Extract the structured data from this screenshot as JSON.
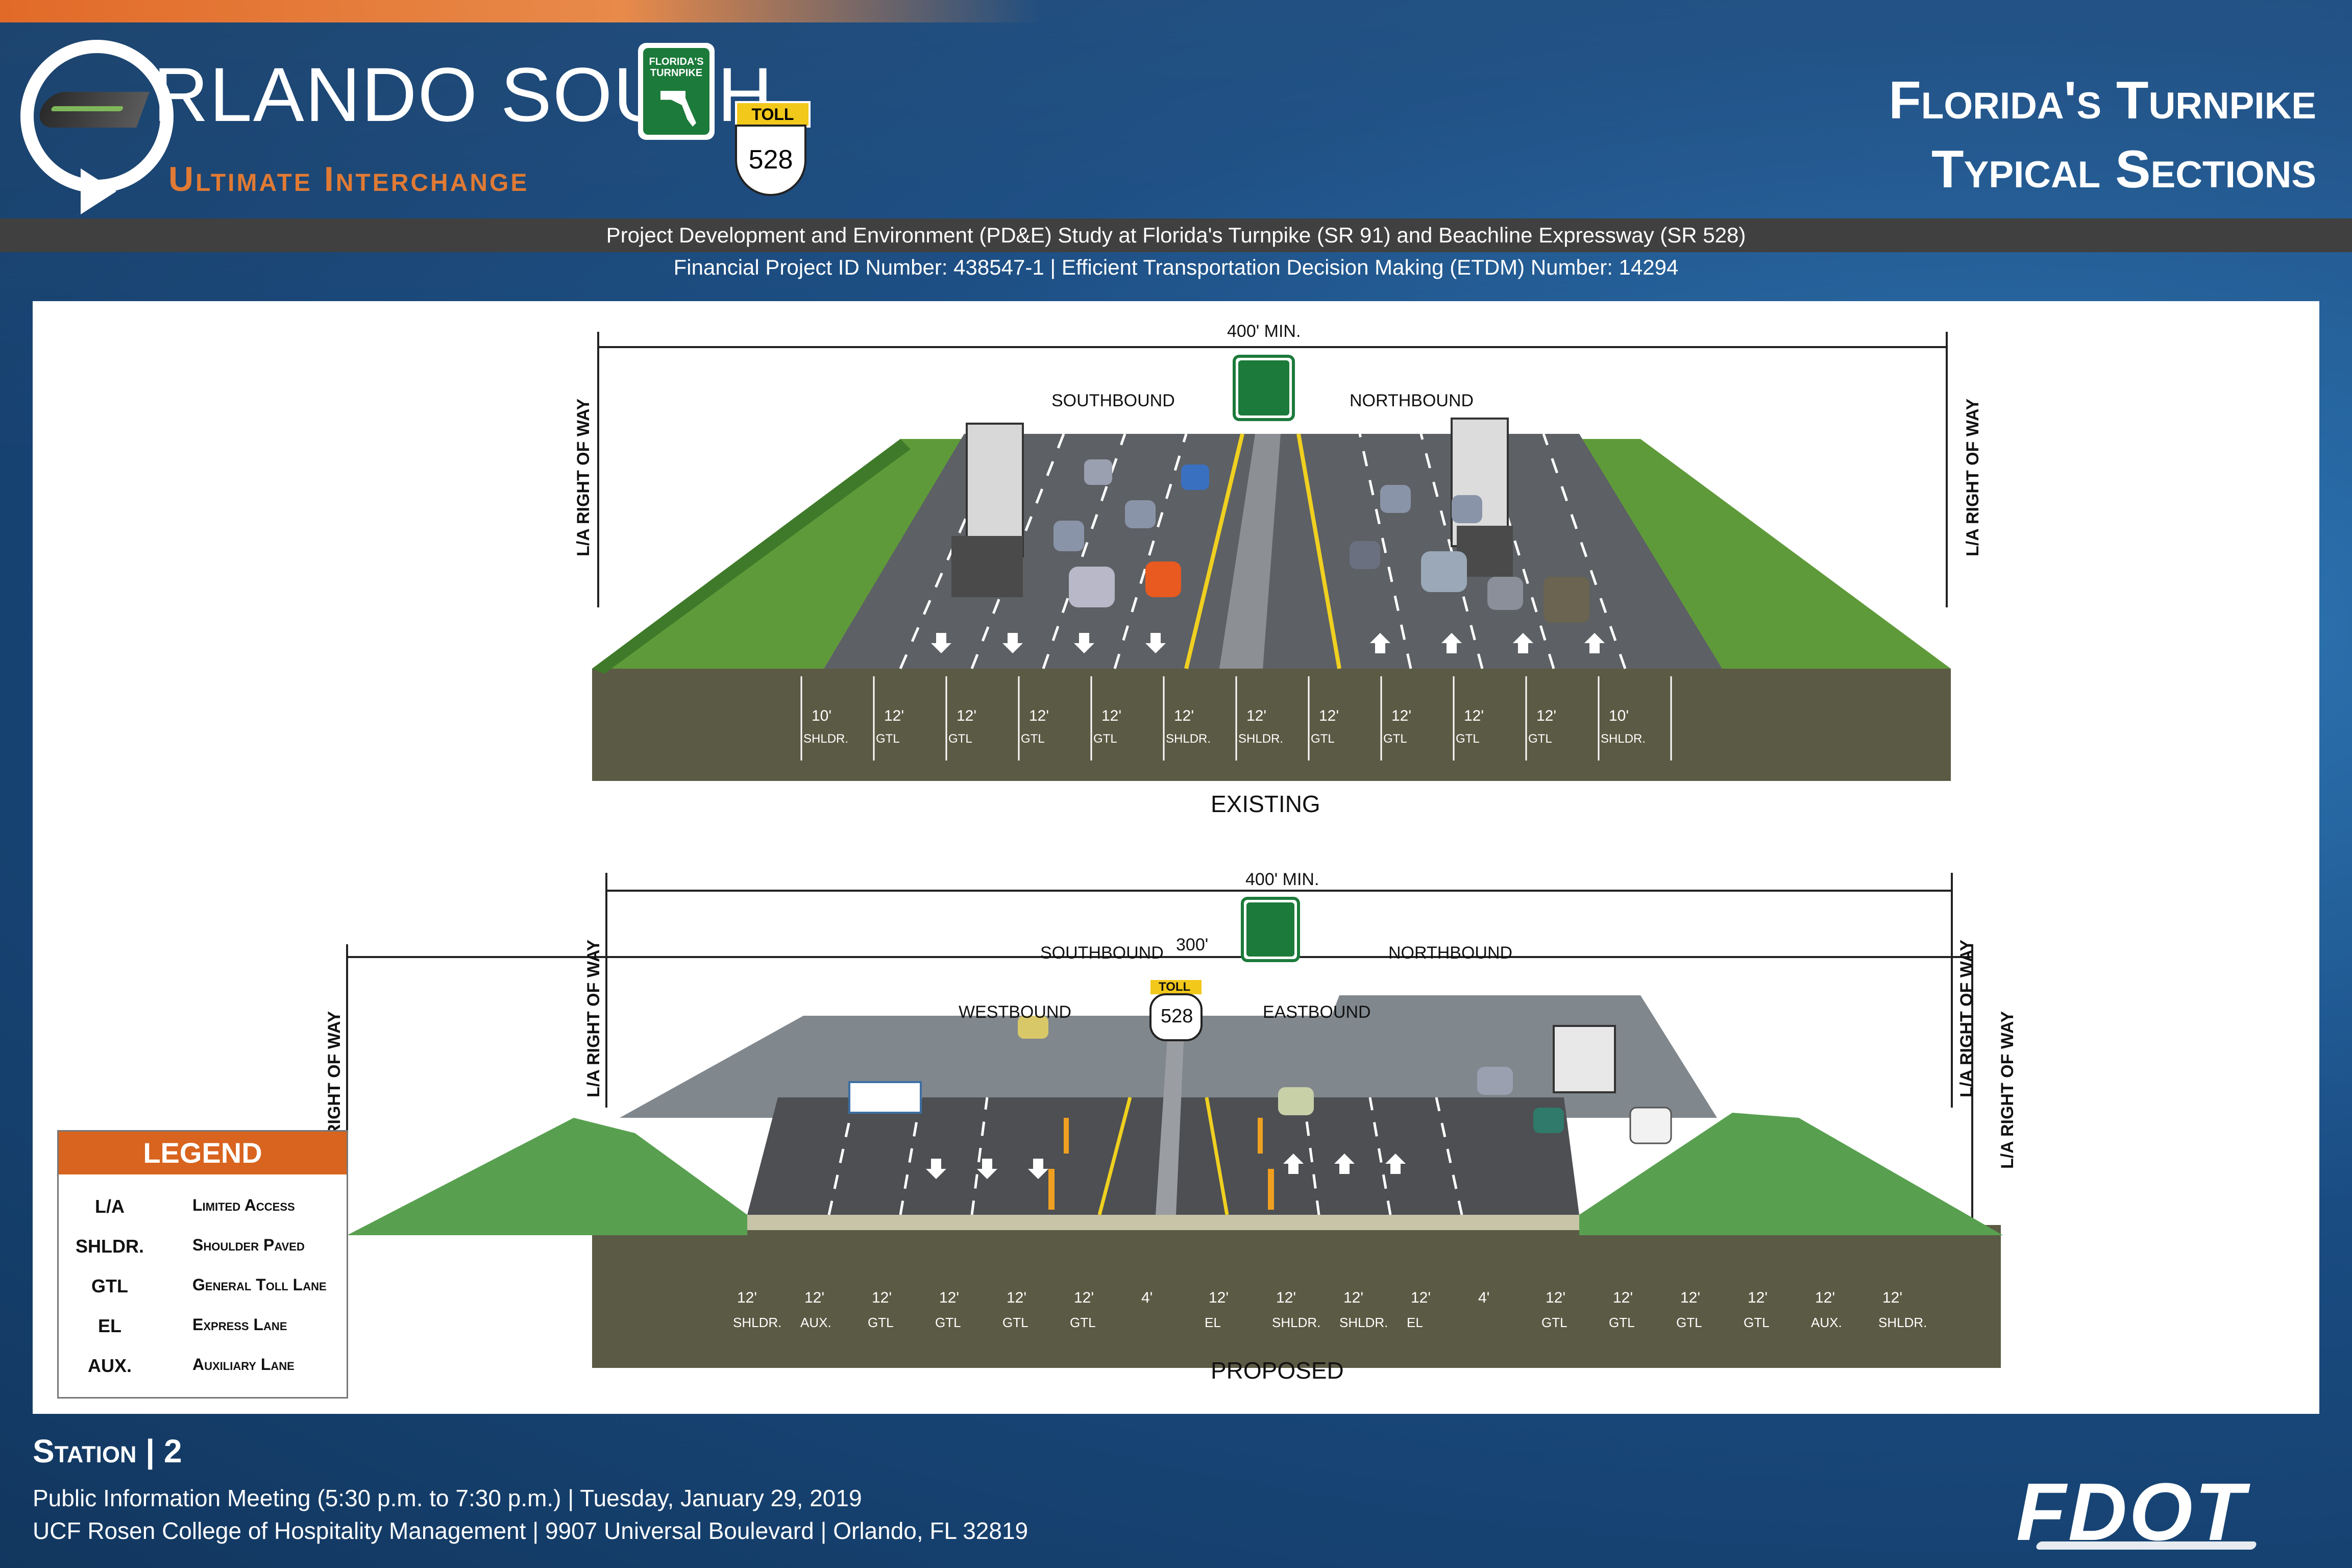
{
  "header": {
    "logo_title": "RLANDO SOUTH",
    "logo_subtitle": "Ultimate Interchange",
    "turnpike_shield": "FLORIDA'S TURNPIKE",
    "toll_tag": "TOLL",
    "route_number": "528",
    "right_line1": "Florida's Turnpike",
    "right_line2": "Typical Sections"
  },
  "subheader": {
    "line1": "Project Development and Environment (PD&E) Study at Florida's Turnpike (SR 91) and Beachline Expressway (SR 528)",
    "line2": "Financial Project ID Number: 438547-1 |  Efficient Transportation Decision Making (ETDM) Number: 14294"
  },
  "existing": {
    "caption": "EXISTING",
    "dimension": "400' MIN.",
    "right_of_way": "L/A RIGHT OF WAY",
    "southbound": "SOUTHBOUND",
    "northbound": "NORTHBOUND",
    "lanes": [
      {
        "width": "10'",
        "type": "SHLDR."
      },
      {
        "width": "12'",
        "type": "GTL"
      },
      {
        "width": "12'",
        "type": "GTL"
      },
      {
        "width": "12'",
        "type": "GTL"
      },
      {
        "width": "12'",
        "type": "GTL"
      },
      {
        "width": "12'",
        "type": "SHLDR."
      },
      {
        "width": "12'",
        "type": "SHLDR."
      },
      {
        "width": "12'",
        "type": "GTL"
      },
      {
        "width": "12'",
        "type": "GTL"
      },
      {
        "width": "12'",
        "type": "GTL"
      },
      {
        "width": "12'",
        "type": "GTL"
      },
      {
        "width": "10'",
        "type": "SHLDR."
      }
    ]
  },
  "proposed": {
    "caption": "PROPOSED",
    "dimension": "400' MIN.",
    "median": "300'",
    "right_of_way": "L/A RIGHT OF WAY",
    "southbound": "SOUTHBOUND",
    "northbound": "NORTHBOUND",
    "westbound": "WESTBOUND",
    "eastbound": "EASTBOUND",
    "toll_tag": "TOLL",
    "route_number": "528",
    "lanes": [
      {
        "width": "12'",
        "type": "SHLDR."
      },
      {
        "width": "12'",
        "type": "AUX."
      },
      {
        "width": "12'",
        "type": "GTL"
      },
      {
        "width": "12'",
        "type": "GTL"
      },
      {
        "width": "12'",
        "type": "GTL"
      },
      {
        "width": "12'",
        "type": "GTL"
      },
      {
        "width": "4'",
        "type": ""
      },
      {
        "width": "12'",
        "type": "EL"
      },
      {
        "width": "12'",
        "type": "SHLDR."
      },
      {
        "width": "12'",
        "type": "SHLDR."
      },
      {
        "width": "12'",
        "type": "EL"
      },
      {
        "width": "4'",
        "type": ""
      },
      {
        "width": "12'",
        "type": "GTL"
      },
      {
        "width": "12'",
        "type": "GTL"
      },
      {
        "width": "12'",
        "type": "GTL"
      },
      {
        "width": "12'",
        "type": "GTL"
      },
      {
        "width": "12'",
        "type": "AUX."
      },
      {
        "width": "12'",
        "type": "SHLDR."
      }
    ]
  },
  "legend": {
    "title": "LEGEND",
    "items": [
      {
        "abbr": "L/A",
        "desc": "Limited Access"
      },
      {
        "abbr": "SHLDR.",
        "desc": "Shoulder Paved"
      },
      {
        "abbr": "GTL",
        "desc": "General Toll Lane"
      },
      {
        "abbr": "EL",
        "desc": "Express Lane"
      },
      {
        "abbr": "AUX.",
        "desc": "Auxiliary Lane"
      }
    ]
  },
  "footer": {
    "station_label": "Station",
    "station_number": "2",
    "meeting": "Public Information Meeting (5:30 p.m. to 7:30 p.m.) | Tuesday, January 29, 2019",
    "location": "UCF Rosen College of Hospitality Management | 9907 Universal Boulevard | Orlando, FL 32819",
    "agency": "FDOT"
  }
}
